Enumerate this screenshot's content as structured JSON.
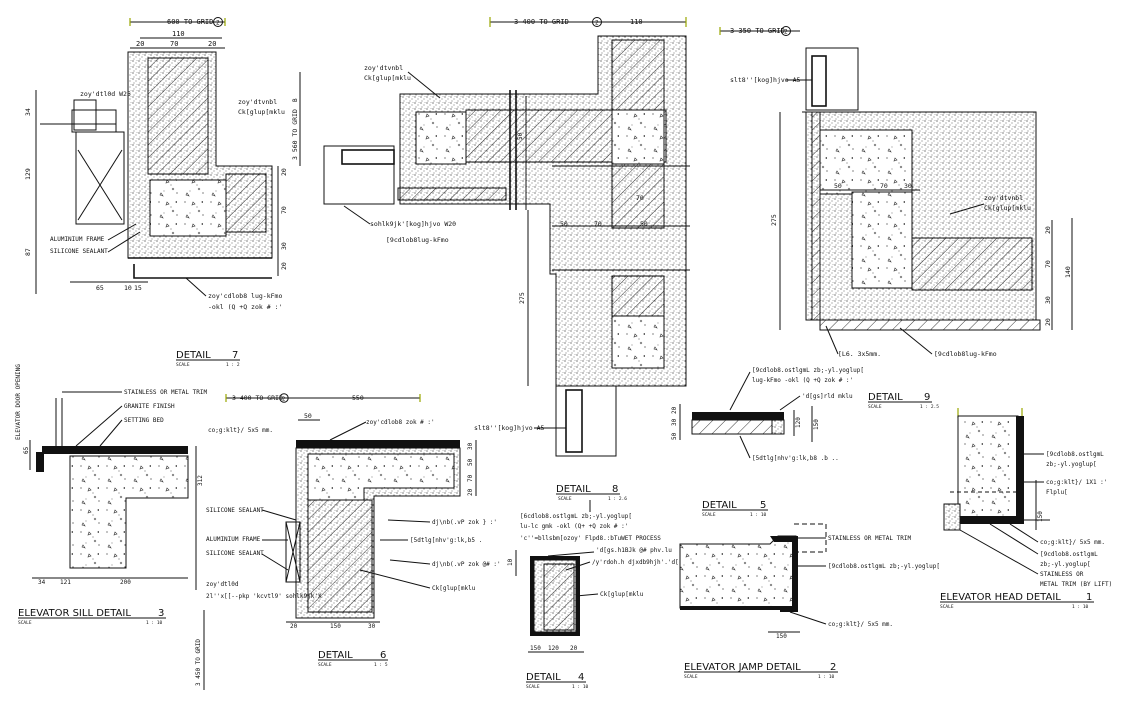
{
  "detail7": {
    "grid": "600 TO GRID",
    "grid_num": "2",
    "dims_top": [
      "110",
      "20",
      "70",
      "20"
    ],
    "dims_left": [
      "34",
      "129",
      "87"
    ],
    "dims_right": [
      "20",
      "70",
      "30",
      "20"
    ],
    "dim_vert_grid": "3 560 TO GRID",
    "dim_vert_grid_num": "B",
    "dims_bottom": [
      "65",
      "10",
      "15"
    ],
    "note_top": "zoy'dtl0d W25",
    "note_right": [
      "zoy'dtvnbl",
      "Ck[glup[mklu"
    ],
    "note_alu": "ALUMINIUM FRAME",
    "note_sil": "SILICONE SEALANT",
    "note_bottom": [
      "zoy'cdlob8 lug-kFmo",
      "-okl (Q +Q zok # :'"
    ],
    "title": "DETAIL",
    "num": "7",
    "scale": "SCALE",
    "scale_val": "1 : 2"
  },
  "detail8": {
    "grid": "3 400 TO GRID",
    "grid_num": "2",
    "dim_top": "110",
    "note_tl": [
      "zoy'dtvnbl",
      "Ck[glup[mklu"
    ],
    "note_mid": "sohlk9jk'[kog]hjvo W20",
    "note_low": "[9cdlob8lug-kFmo",
    "dims_mid": [
      "50",
      "50",
      "70",
      "50",
      "70"
    ],
    "dim_vert": "275",
    "note_alu": "slt8''[kog]hjvo A5",
    "title": "DETAIL",
    "num": "8",
    "scale": "SCALE",
    "scale_val": "1 : 2.6"
  },
  "detail9": {
    "grid": "3 350 TO GRID",
    "grid_num": "2",
    "note_alu": "slt8''[kog]hjvo A5",
    "dims_mid": [
      "50",
      "70",
      "30"
    ],
    "note_right": [
      "zoy'dtvnbl",
      "Ck[glup[mklu"
    ],
    "dim_vert": "275",
    "dims_right": [
      "20",
      "70",
      "30",
      "20"
    ],
    "dim_right_total": "140",
    "note_b1": "[L6. 3x5mm.",
    "note_b2": "[9cdlob8lug-kFmo",
    "title": "DETAIL",
    "num": "9",
    "scale": "SCALE",
    "scale_val": "1 : 2.5"
  },
  "sill3": {
    "label_v": "ELEVATOR DOOR OPENING",
    "notes": [
      "STAINLESS OR METAL TRIM",
      "GRANITE FINISH",
      "SETTING BED"
    ],
    "dim_left": "65",
    "dim_right": "312",
    "dims_bottom": [
      "34",
      "121",
      "200"
    ],
    "title": "ELEVATOR SILL DETAIL",
    "num": "3",
    "scale": "SCALE",
    "scale_val": "1 : 10"
  },
  "detail6": {
    "grid": "3 400 TO GRID",
    "grid_num": "2",
    "dim_top": "550",
    "dim_50": "50",
    "note_tl": "co;g:klt}/   5x5 mm.",
    "note_tr": "zoy'cdlob8 zok # :'",
    "dims_right": [
      "30",
      "50",
      "70",
      "20"
    ],
    "note_sil1": "SILICONE SEALANT",
    "note_alu": "ALUMINIUM FRAME",
    "note_sil2": "SILICONE SEALANT",
    "note_zoy": "zoy'dtl0d",
    "note_bl": "2l''x[[--pkp 'kcvtl9' sohlk9jk'X",
    "notes_r": [
      "dj\\nb(.vP zok } :'",
      "[5dtlg[nhv'g:lk,b5 .",
      "dj\\nb(.vP zok @# :'",
      "Ck[glup[mklu"
    ],
    "dims_bottom": [
      "20",
      "150",
      "30"
    ],
    "dim_vert_grid": "3 450 TO GRID",
    "title": "DETAIL",
    "num": "6",
    "scale": "SCALE",
    "scale_val": "1 : 5"
  },
  "detail4": {
    "notes": [
      "[6cdlob8.ostlgmL zb;-yl.yoglup[",
      "lu-lc gmk -okl (Q+ +Q zok # :'",
      "'c''=bllsbm[ozoy' Flpd8.:bTuWET PROCESS",
      "'d[gs.h1BJk @# phv.lu",
      "/y'rdoh.h djxdb9hjh'.'d[",
      "Ck[glup[mklu"
    ],
    "dim_left": "10",
    "dims_bottom": [
      "150",
      "120",
      "20"
    ],
    "title": "DETAIL",
    "num": "4",
    "scale": "SCALE",
    "scale_val": "1 : 10"
  },
  "detail5": {
    "notes": [
      "[9cdlob8.ostlgmL zb;-yl.yoglup[",
      "lug-kFmo -okl (Q +Q zok # :'",
      "'d[gs]rld mklu",
      "[5dtlg[nhv'g:lk,b8 .b .."
    ],
    "dims_left": [
      "20",
      "30",
      "50"
    ],
    "dims_mid": [
      "120",
      "150"
    ],
    "title": "DETAIL",
    "num": "5",
    "scale": "SCALE",
    "scale_val": "1 : 10"
  },
  "jamb2": {
    "note_trim": "STAINLESS OR METAL TRIM",
    "note_fin": "[9cdlob8.ostlgmL zb;-yl.yoglup[",
    "note_co": "co;g:klt}/   5x5 mm.",
    "dim": "150",
    "title": "ELEVATOR JAMP DETAIL",
    "num": "2",
    "scale": "SCALE",
    "scale_val": "1 : 10"
  },
  "head1": {
    "notes": [
      "[9cdlob8.ostlgmL",
      "zb;-yl.yoglup[",
      "co;g:klt}/   1X1 :'",
      "Flplu[",
      "co;g:klt}/   5x5 mm.",
      "[9cdlob8.ostlgmL",
      "zb;-yl.yoglup[",
      "STAINLESS OR",
      "METAL TRIM (BY LIFT)"
    ],
    "dim": "150",
    "title": "ELEVATOR HEAD DETAIL",
    "num": "1",
    "scale": "SCALE",
    "scale_val": "1 : 10"
  }
}
